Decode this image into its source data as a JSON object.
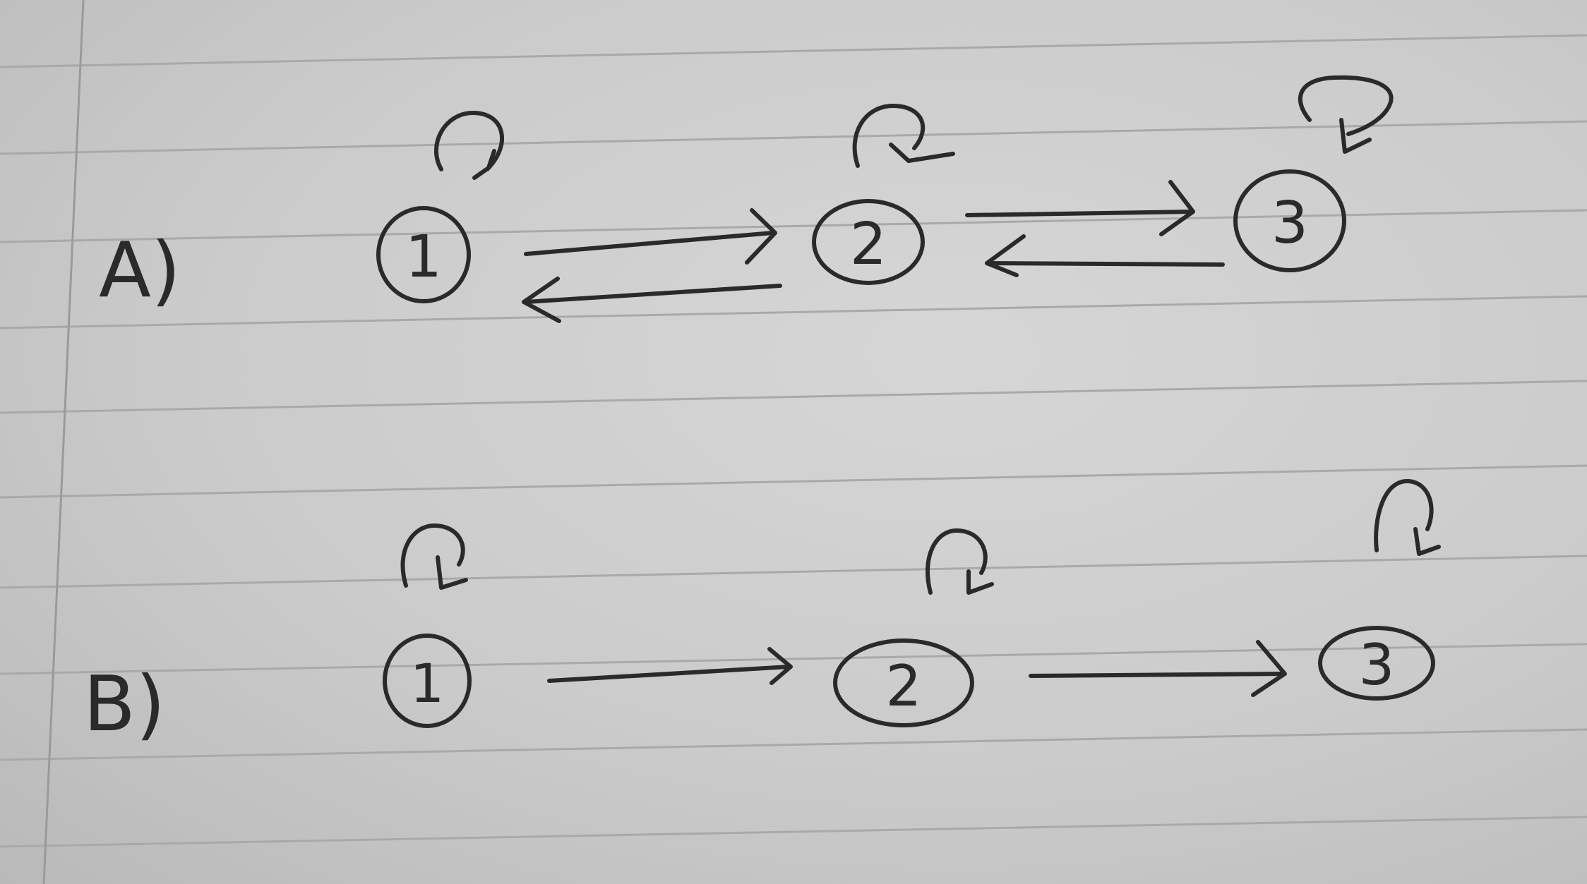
{
  "diagram_a": {
    "label": "A)",
    "states": [
      {
        "id": "1",
        "label": "1"
      },
      {
        "id": "2",
        "label": "2"
      },
      {
        "id": "3",
        "label": "3"
      }
    ],
    "edges": [
      {
        "from": "1",
        "to": "2"
      },
      {
        "from": "2",
        "to": "1"
      },
      {
        "from": "2",
        "to": "3"
      },
      {
        "from": "3",
        "to": "2"
      }
    ],
    "self_loops": [
      "1",
      "2",
      "3"
    ]
  },
  "diagram_b": {
    "label": "B)",
    "states": [
      {
        "id": "1",
        "label": "1"
      },
      {
        "id": "2",
        "label": "2"
      },
      {
        "id": "3",
        "label": "3"
      }
    ],
    "edges": [
      {
        "from": "1",
        "to": "2"
      },
      {
        "from": "2",
        "to": "3"
      }
    ],
    "self_loops": [
      "1",
      "2",
      "3"
    ]
  },
  "colors": {
    "paper": "#cbcbcb",
    "ruled_line": "#a9a9a9",
    "margin_line": "#9a9a9a",
    "ink": "#2a2a2a"
  }
}
